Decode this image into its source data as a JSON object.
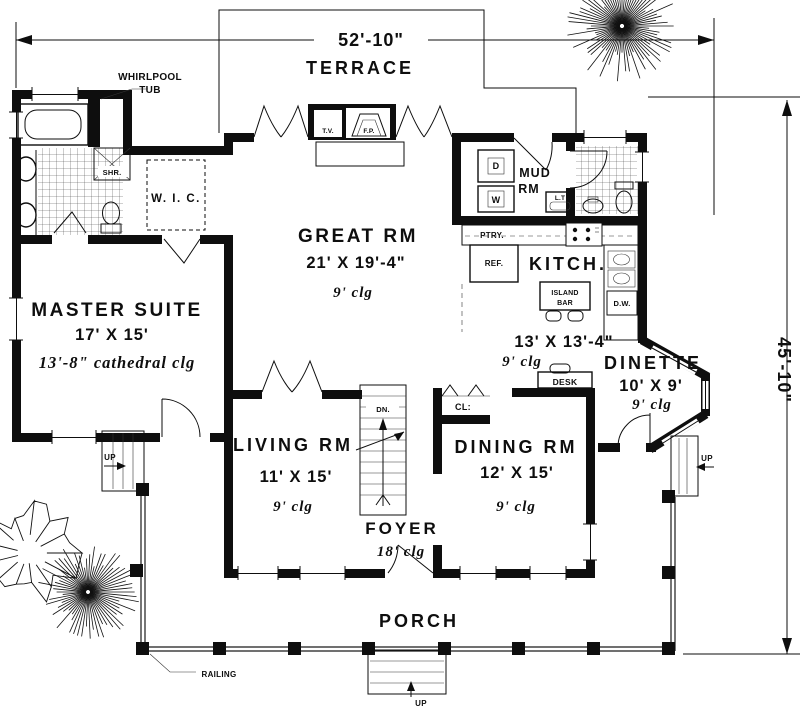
{
  "colors": {
    "ink": "#0e0e0e",
    "paper": "#ffffff"
  },
  "dimensions": {
    "width": "52'-10\"",
    "height": "45'-10\""
  },
  "rooms": {
    "terrace": {
      "name": "TERRACE"
    },
    "master_suite": {
      "name": "MASTER SUITE",
      "size": "17' X 15'",
      "ceiling": "13'-8\" cathedral clg"
    },
    "wic": {
      "name": "W. I. C."
    },
    "great_room": {
      "name": "GREAT RM",
      "size": "21' X 19'-4\"",
      "ceiling": "9' clg"
    },
    "mud_room": {
      "line1": "MUD",
      "line2": "RM"
    },
    "kitchen": {
      "name": "KITCH.",
      "size": "13' X 13'-4\"",
      "ceiling": "9' clg"
    },
    "dinette": {
      "name": "DINETTE",
      "size": "10' X 9'",
      "ceiling": "9' clg"
    },
    "dining_room": {
      "name": "DINING RM",
      "size": "12' X 15'",
      "ceiling": "9' clg"
    },
    "living_room": {
      "name": "LIVING RM",
      "size": "11' X 15'",
      "ceiling": "9' clg"
    },
    "foyer": {
      "name": "FOYER",
      "ceiling": "18' clg"
    },
    "porch": {
      "name": "PORCH"
    }
  },
  "labels": {
    "whirlpool_line1": "WHIRLPOOL",
    "whirlpool_line2": "TUB",
    "shower": "SHR.",
    "tv": "T.V.",
    "fireplace": "F.P.",
    "dryer": "D",
    "washer": "W",
    "laundry_tub": "L.T",
    "pantry": "PTRY.",
    "refrigerator": "REF.",
    "island_line1": "ISLAND",
    "island_line2": "BAR",
    "dishwasher": "D.W.",
    "desk": "DESK",
    "closet": "CL:",
    "stairs_down": "DN.",
    "railing": "RAILING",
    "up": "UP"
  }
}
